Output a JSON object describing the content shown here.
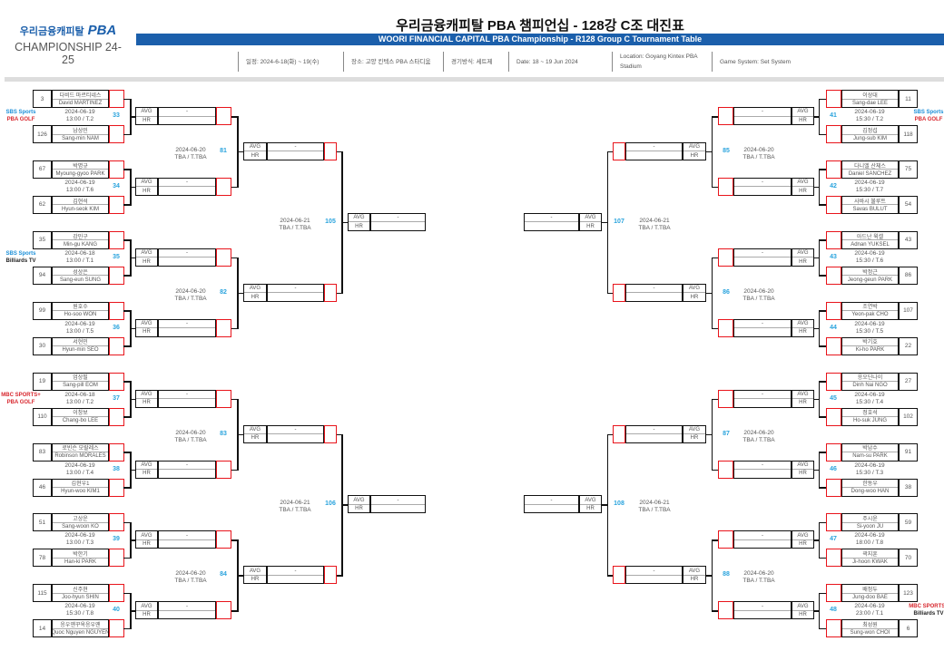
{
  "header": {
    "title": "우리금융캐피탈 PBA 챔피언십 - 128강 C조 대진표",
    "banner": "WOORI FINANCIAL CAPITAL PBA Championship - R128 Group C Tournament Table",
    "logo": {
      "kr": "우리금융캐피탈",
      "pba": "PBA",
      "champ": "CHAMPIONSHIP 24-25"
    },
    "info": [
      "일정: 2024-6-18(화) ~ 19(수)",
      "장소: 고양 킨텍스 PBA 스타디움",
      "경기방식: 세트제",
      "Date: 18 ~ 19 Jun 2024",
      "Location: Goyang Kintex PBA Stadium",
      "Game System: Set System"
    ]
  },
  "labels": {
    "avg": "AVG",
    "hr": "HR",
    "avg_value": "-",
    "hr_value": ""
  },
  "colors": {
    "banner": "#1b5fab",
    "match_number": "#29a3dd",
    "winner_box": "#e8141b"
  },
  "bracket": {
    "left": {
      "r128": [
        {
          "num": "33",
          "date": "2024-06-19",
          "time": "13:00 / T.2",
          "broadcast": [
            "SBS Sports",
            "PBA GOLF"
          ],
          "p1": {
            "seed": "3",
            "kr": "다비드 마르티네스",
            "en": "David MARTINEZ"
          },
          "p2": {
            "seed": "126",
            "kr": "남상민",
            "en": "Sang-min NAM"
          }
        },
        {
          "num": "34",
          "date": "2024-06-19",
          "time": "13:00 / T.6",
          "p1": {
            "seed": "67",
            "kr": "박명규",
            "en": "Myoung-gyoo PARK"
          },
          "p2": {
            "seed": "62",
            "kr": "김현석",
            "en": "Hyun-seok KIM"
          }
        },
        {
          "num": "35",
          "date": "2024-06-18",
          "time": "13:00 / T.1",
          "broadcast": [
            "SBS Sports",
            "Billiards TV"
          ],
          "p1": {
            "seed": "35",
            "kr": "강민구",
            "en": "Min-gu KANG"
          },
          "p2": {
            "seed": "94",
            "kr": "성상은",
            "en": "Sang-eun SUNG"
          }
        },
        {
          "num": "36",
          "date": "2024-06-19",
          "time": "13:00 / T.5",
          "p1": {
            "seed": "99",
            "kr": "원호수",
            "en": "Ho-soo WON"
          },
          "p2": {
            "seed": "30",
            "kr": "서현민",
            "en": "Hyun-min SEO"
          }
        },
        {
          "num": "37",
          "date": "2024-06-18",
          "time": "13:00 / T.2",
          "broadcast": [
            "MBC SPORTS+",
            "PBA GOLF"
          ],
          "p1": {
            "seed": "19",
            "kr": "엄상필",
            "en": "Sang-pill EOM"
          },
          "p2": {
            "seed": "110",
            "kr": "이창보",
            "en": "Chang-bo LEE"
          }
        },
        {
          "num": "38",
          "date": "2024-06-19",
          "time": "13:00 / T.4",
          "p1": {
            "seed": "83",
            "kr": "로빈슨 모랄레스",
            "en": "Robinson MORALES"
          },
          "p2": {
            "seed": "46",
            "kr": "김현우1",
            "en": "Hyun-woo KIM1"
          }
        },
        {
          "num": "39",
          "date": "2024-06-19",
          "time": "13:00 / T.3",
          "p1": {
            "seed": "51",
            "kr": "고상운",
            "en": "Sang-woon KO"
          },
          "p2": {
            "seed": "78",
            "kr": "박한기",
            "en": "Han-ki PARK"
          }
        },
        {
          "num": "40",
          "date": "2024-06-19",
          "time": "15:30 / T.8",
          "p1": {
            "seed": "115",
            "kr": "신주현",
            "en": "Joo-hyun SHIN"
          },
          "p2": {
            "seed": "14",
            "kr": "응우옌꾸옥응우옌",
            "en": "Quoc Nguyen NGUYEN"
          }
        }
      ],
      "r64": [
        {
          "num": "81",
          "date": "2024-06-20",
          "time": "TBA / T.TBA"
        },
        {
          "num": "82",
          "date": "2024-06-20",
          "time": "TBA / T.TBA"
        },
        {
          "num": "83",
          "date": "2024-06-20",
          "time": "TBA / T.TBA"
        },
        {
          "num": "84",
          "date": "2024-06-20",
          "time": "TBA / T.TBA"
        }
      ],
      "r32": [
        {
          "num": "105",
          "date": "2024-06-21",
          "time": "TBA / T.TBA"
        },
        {
          "num": "106",
          "date": "2024-06-21",
          "time": "TBA / T.TBA"
        }
      ]
    },
    "right": {
      "r128": [
        {
          "num": "41",
          "date": "2024-06-19",
          "time": "15:30 / T.2",
          "broadcast": [
            "SBS Sports",
            "PBA GOLF"
          ],
          "p1": {
            "seed": "11",
            "kr": "이상대",
            "en": "Sang-dae LEE"
          },
          "p2": {
            "seed": "118",
            "kr": "김정섭",
            "en": "Jung-sub KIM"
          }
        },
        {
          "num": "42",
          "date": "2024-06-19",
          "time": "15:30 / T.7",
          "p1": {
            "seed": "75",
            "kr": "다니엘 산체스",
            "en": "Daniel SANCHEZ"
          },
          "p2": {
            "seed": "54",
            "kr": "사바시 불루트",
            "en": "Savas BULUT"
          }
        },
        {
          "num": "43",
          "date": "2024-06-19",
          "time": "15:30 / T.6",
          "p1": {
            "seed": "43",
            "kr": "아드난 윅셀",
            "en": "Adnan YUKSEL"
          },
          "p2": {
            "seed": "86",
            "kr": "박정근",
            "en": "Jeong-geun PARK"
          }
        },
        {
          "num": "44",
          "date": "2024-06-19",
          "time": "15:30 / T.5",
          "p1": {
            "seed": "107",
            "kr": "조연박",
            "en": "Yeon-pak CHO"
          },
          "p2": {
            "seed": "22",
            "kr": "박기호",
            "en": "Ki-ho PARK"
          }
        },
        {
          "num": "45",
          "date": "2024-06-19",
          "time": "15:30 / T.4",
          "p1": {
            "seed": "27",
            "kr": "응오딘나이",
            "en": "Dinh Nai NGO"
          },
          "p2": {
            "seed": "102",
            "kr": "정호석",
            "en": "Ho-suk JUNG"
          }
        },
        {
          "num": "46",
          "date": "2024-06-19",
          "time": "15:30 / T.3",
          "p1": {
            "seed": "91",
            "kr": "박남수",
            "en": "Nam-su PARK"
          },
          "p2": {
            "seed": "38",
            "kr": "한동우",
            "en": "Dong-woo HAN"
          }
        },
        {
          "num": "47",
          "date": "2024-06-19",
          "time": "18:00 / T.8",
          "p1": {
            "seed": "59",
            "kr": "주시윤",
            "en": "Si-yoon JU"
          },
          "p2": {
            "seed": "70",
            "kr": "곽지훈",
            "en": "Ji-hoon KWAK"
          }
        },
        {
          "num": "48",
          "date": "2024-06-19",
          "time": "23:00 / T.1",
          "broadcast": [
            "MBC SPORTS+",
            "Billiards TV"
          ],
          "p1": {
            "seed": "123",
            "kr": "배정두",
            "en": "Jung-doo BAE"
          },
          "p2": {
            "seed": "6",
            "kr": "최성원",
            "en": "Sung-won CHOI"
          }
        }
      ],
      "r64": [
        {
          "num": "85",
          "date": "2024-06-20",
          "time": "TBA / T.TBA"
        },
        {
          "num": "86",
          "date": "2024-06-20",
          "time": "TBA / T.TBA"
        },
        {
          "num": "87",
          "date": "2024-06-20",
          "time": "TBA / T.TBA"
        },
        {
          "num": "88",
          "date": "2024-06-20",
          "time": "TBA / T.TBA"
        }
      ],
      "r32": [
        {
          "num": "107",
          "date": "2024-06-21",
          "time": "TBA / T.TBA"
        },
        {
          "num": "108",
          "date": "2024-06-21",
          "time": "TBA / T.TBA"
        }
      ]
    }
  }
}
